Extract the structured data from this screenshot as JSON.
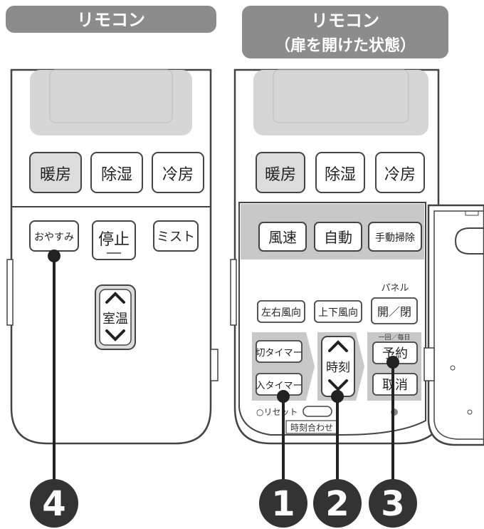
{
  "headers": {
    "left": "リモコン",
    "right_line1": "リモコン",
    "right_line2": "（扉を開けた状態）"
  },
  "left_remote": {
    "mode_buttons": [
      "暖房",
      "除湿",
      "冷房"
    ],
    "sleep": "おやすみ",
    "stop": "停止",
    "mist": "ミスト",
    "temp": "室温"
  },
  "right_remote": {
    "mode_buttons": [
      "暖房",
      "除湿",
      "冷房"
    ],
    "row1": [
      "風速",
      "自動",
      "手動掃除"
    ],
    "panel_label": "パネル",
    "row2": [
      "左右風向",
      "上下風向",
      "開／閉"
    ],
    "off_timer": "切タイマー",
    "on_timer": "入タイマー",
    "time": "時刻",
    "sched_label": "一回／毎日",
    "reserve": "予約",
    "cancel": "取消",
    "reset": "○リセット",
    "time_set": "時刻合わせ"
  },
  "callouts": [
    "4",
    "1",
    "2",
    "3"
  ],
  "colors": {
    "header_bg": "#8c8c8c",
    "panel_gray": "#c8c8c8",
    "display_gray": "#d6d6d6",
    "callout": "#333333"
  }
}
